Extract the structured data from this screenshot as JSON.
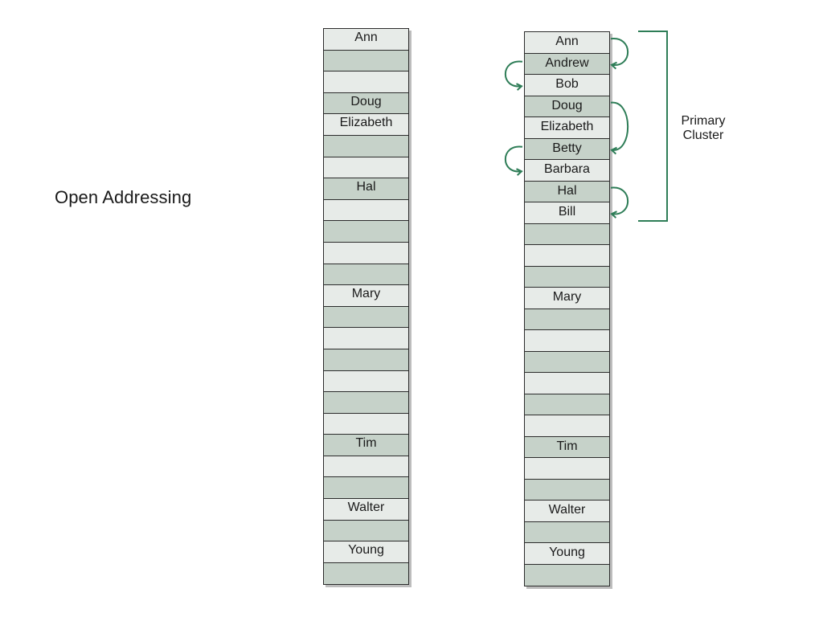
{
  "title": "Open Addressing",
  "cluster_label": [
    "Primary",
    "Cluster"
  ],
  "left_table": {
    "slots": [
      "Ann",
      "",
      "",
      "Doug",
      "Elizabeth",
      "",
      "",
      "Hal",
      "",
      "",
      "",
      "",
      "Mary",
      "",
      "",
      "",
      "",
      "",
      "",
      "Tim",
      "",
      "",
      "Walter",
      "",
      "Young",
      ""
    ]
  },
  "right_table": {
    "slots": [
      "Ann",
      "Andrew",
      "Bob",
      "Doug",
      "Elizabeth",
      "Betty",
      "Barbara",
      "Hal",
      "Bill",
      "",
      "",
      "",
      "Mary",
      "",
      "",
      "",
      "",
      "",
      "",
      "Tim",
      "",
      "",
      "Walter",
      "",
      "Young",
      ""
    ]
  },
  "probes": [
    {
      "from": "Ann",
      "to": "Andrew",
      "side": "right"
    },
    {
      "from": "Andrew",
      "to": "Bob",
      "side": "left"
    },
    {
      "from": "Doug",
      "to": "Betty",
      "side": "right"
    },
    {
      "from": "Betty",
      "to": "Barbara",
      "side": "left"
    },
    {
      "from": "Hal",
      "to": "Bill",
      "side": "right"
    }
  ],
  "colors": {
    "arrow": "#2e7d57",
    "slot_light": "#e7ebe8",
    "slot_dark": "#c6d2c9",
    "border": "#2b2b2b"
  }
}
